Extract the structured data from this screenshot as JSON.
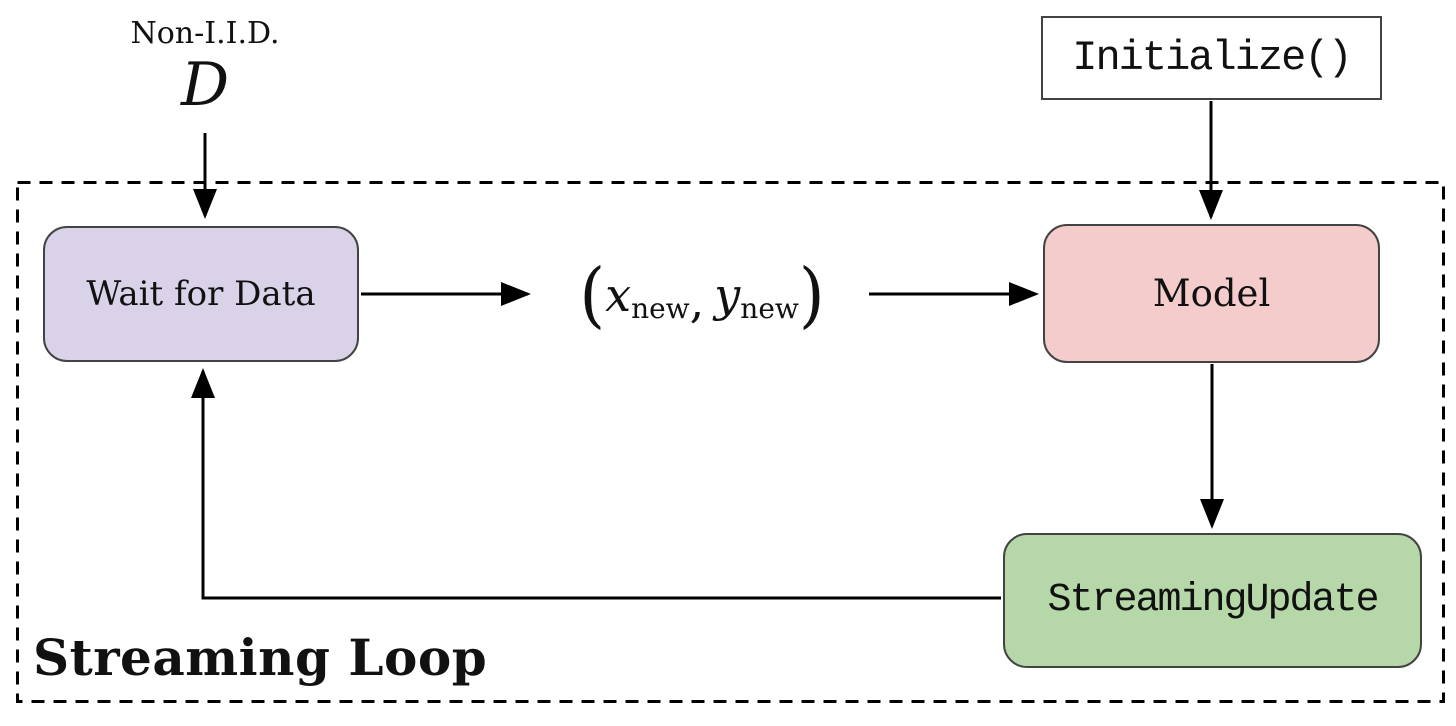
{
  "diagram": {
    "source_label": {
      "title": "Non-I.I.D.",
      "symbol": "D"
    },
    "loop": {
      "label": "Streaming Loop"
    },
    "nodes": {
      "initialize": {
        "label": "Initialize()",
        "fill": "#ffffff"
      },
      "wait": {
        "label": "Wait for Data",
        "fill": "#d9d2e9"
      },
      "model": {
        "label": "Model",
        "fill": "#f4cccc"
      },
      "update": {
        "label": "StreamingUpdate",
        "fill": "#b6d7a8"
      }
    },
    "tuple": {
      "open": "(",
      "x": "x",
      "x_sub": "new",
      "comma": ",",
      "y": "y",
      "y_sub": "new",
      "close": ")"
    },
    "colors": {
      "node_border": "#434343",
      "arrow": "#000000",
      "loop_border": "#000000",
      "background": "#ffffff"
    }
  }
}
